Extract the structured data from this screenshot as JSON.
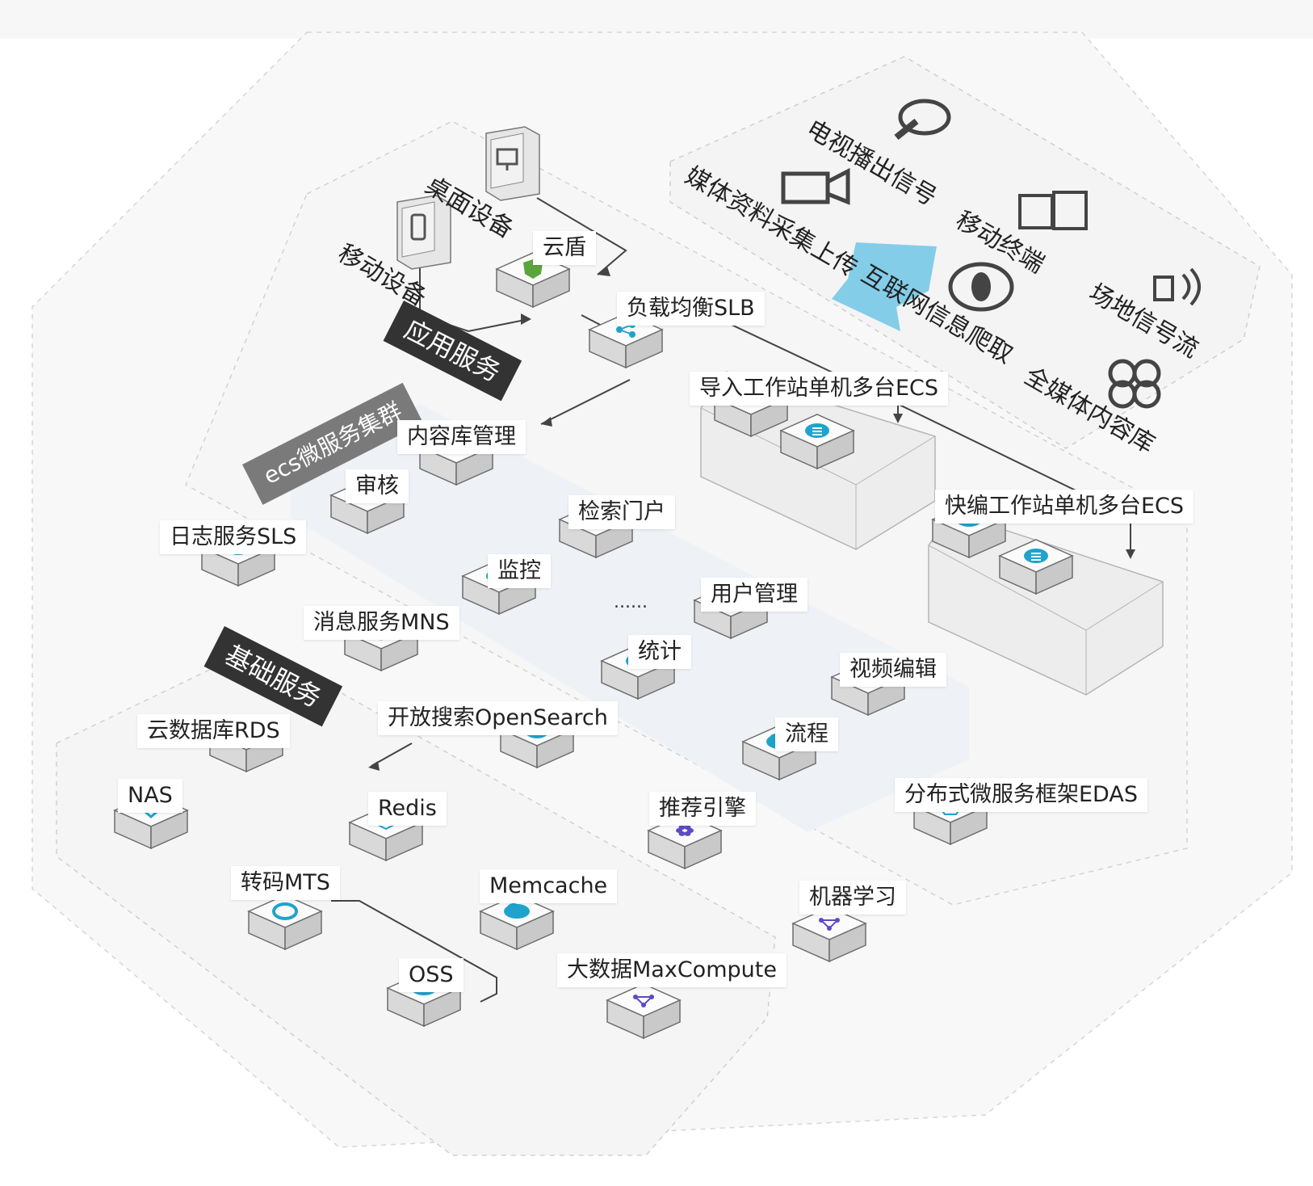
{
  "sections": {
    "app_service": "应用服务",
    "ecs_cluster": "ecs微服务集群",
    "base_service": "基础服务"
  },
  "sources": {
    "tv_signal": "电视播出信号",
    "media_upload": "媒体资料采集上传",
    "mobile_terminal": "移动终端",
    "internet_crawl": "互联网信息爬取",
    "venue_signal": "场地信号流",
    "all_media_lib": "全媒体内容库"
  },
  "devices": {
    "desktop": "桌面设备",
    "mobile": "移动设备"
  },
  "nodes": {
    "yundun": "云盾",
    "slb": "负载均衡SLB",
    "import_ecs": "导入工作站单机多台ECS",
    "quick_ecs": "快编工作站单机多台ECS",
    "content_mgmt": "内容库管理",
    "audit": "审核",
    "search_portal": "检索门户",
    "log_sls": "日志服务SLS",
    "monitor": "监控",
    "user_mgmt": "用户管理",
    "mns": "消息服务MNS",
    "stats": "统计",
    "video_edit": "视频编辑",
    "opensearch": "开放搜索OpenSearch",
    "flow": "流程",
    "rds": "云数据库RDS",
    "edas": "分布式微服务框架EDAS",
    "nas": "NAS",
    "redis": "Redis",
    "recommend": "推荐引擎",
    "mts": "转码MTS",
    "memcache": "Memcache",
    "ml": "机器学习",
    "oss": "OSS",
    "maxcompute": "大数据MaxCompute",
    "ellipsis": "......"
  },
  "colors": {
    "accent": "#1fa3cc",
    "shield": "#5aa53c",
    "purple": "#5b4bc4",
    "arrow_blue": "#6ec6e6",
    "dark_banner": "#333333",
    "grey_banner": "#7a7a7a"
  }
}
